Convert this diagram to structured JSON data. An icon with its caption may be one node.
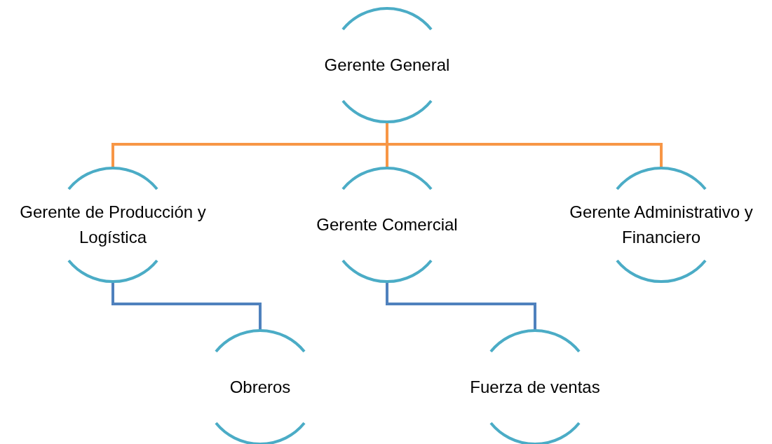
{
  "diagram": {
    "nodes": [
      {
        "text": [
          "Gerente General"
        ]
      },
      {
        "text": [
          "Gerente de Producción y Logística"
        ]
      },
      {
        "text": [
          "Gerente Comercial"
        ]
      },
      {
        "text": [
          "Gerente Administrativo y Financiero"
        ]
      },
      {
        "text": [
          "Obreros"
        ]
      },
      {
        "text": [
          "Fuerza de ventas"
        ]
      }
    ],
    "edges": [
      {
        "from": 0,
        "to": 1,
        "arrow": "none"
      },
      {
        "from": 0,
        "to": 2,
        "arrow": "none"
      },
      {
        "from": 0,
        "to": 3,
        "arrow": "none"
      },
      {
        "from": 1,
        "to": 4,
        "arrow": "none",
        "color": "#4f81bd"
      },
      {
        "from": 2,
        "to": 5,
        "arrow": "none",
        "color": "#4f81bd"
      }
    ]
  }
}
